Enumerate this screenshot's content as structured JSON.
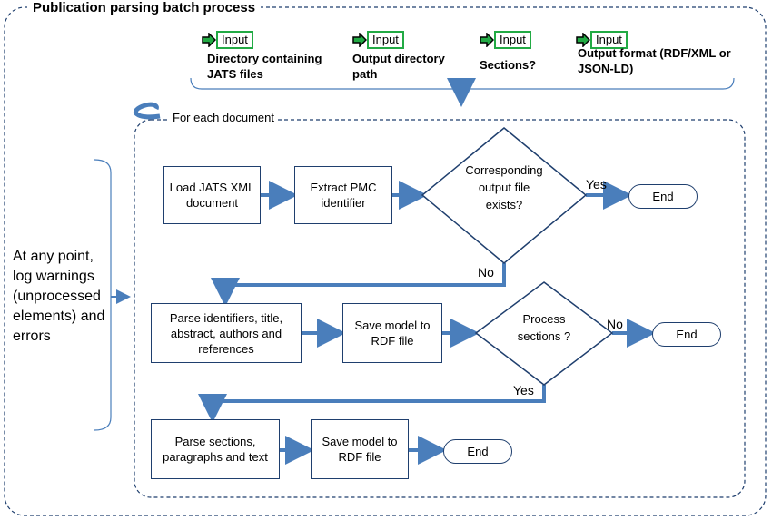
{
  "title": "Publication parsing batch process",
  "inputs": [
    {
      "chip": "Input",
      "desc": "Directory containing JATS files"
    },
    {
      "chip": "Input",
      "desc": "Output directory path"
    },
    {
      "chip": "Input",
      "desc": "Sections?"
    },
    {
      "chip": "Input",
      "desc": "Output format (RDF/XML or JSON-LD)"
    }
  ],
  "loop_label": "For each document",
  "side_note": "At any point, log warnings (unprocessed elements) and errors",
  "steps": {
    "load": "Load JATS XML document",
    "extract": "Extract PMC identifier",
    "decision1": "Corresponding output file exists?",
    "end1": "End",
    "parse1": "Parse identifiers, title, abstract, authors and references",
    "save1": "Save model to RDF file",
    "decision2": "Process sections ?",
    "end2": "End",
    "parse2": "Parse sections, paragraphs and text",
    "save2": "Save model to RDF file",
    "end3": "End"
  },
  "edge_labels": {
    "yes1": "Yes",
    "no1": "No",
    "no2": "No",
    "yes2": "Yes"
  }
}
